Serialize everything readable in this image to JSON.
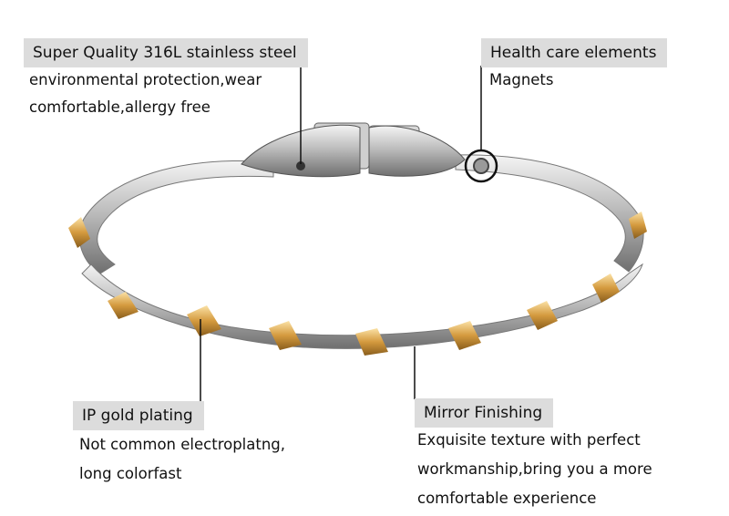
{
  "annotations": {
    "steel": {
      "title": "Super Quality 316L stainless steel",
      "lines": [
        "environmental protection,wear",
        "comfortable,allergy free"
      ]
    },
    "health": {
      "title": "Health care elements",
      "lines": [
        "Magnets"
      ]
    },
    "gold": {
      "title": "IP gold plating",
      "lines": [
        "Not common electroplatng,",
        "long colorfast"
      ]
    },
    "mirror": {
      "title": "Mirror Finishing",
      "lines": [
        "Exquisite texture with perfect",
        "workmanship,bring you a more",
        "comfortable experience"
      ]
    }
  },
  "colors": {
    "label_bg": "#dcdcdc",
    "silver": "#c9c9c9",
    "gold": "#d9a74a",
    "leader": "#111111"
  },
  "image": {
    "subject": "magnetic stainless steel bracelet with gold-plated links",
    "icons": [
      "magnet-icon",
      "clasp-icon"
    ]
  }
}
